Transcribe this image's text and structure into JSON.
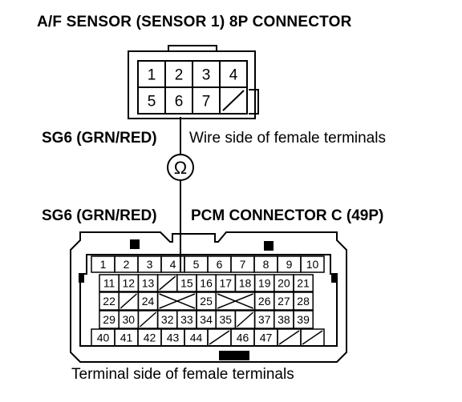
{
  "title": "A/F SENSOR (SENSOR 1) 8P CONNECTOR",
  "sg6_top_label": "SG6 (GRN/RED)",
  "wire_side_label": "Wire side of female terminals",
  "ohm_symbol": "Ω",
  "sg6_pcm_label": "SG6 (GRN/RED)",
  "pcm_title": "PCM CONNECTOR C (49P)",
  "terminal_side_label": "Terminal side of female terminals",
  "af_connector": {
    "row1": [
      "1",
      "2",
      "3",
      "4"
    ],
    "row2": [
      "5",
      "6",
      "7",
      ""
    ]
  },
  "pcm_connector": {
    "row1": [
      "1",
      "2",
      "3",
      "4",
      "5",
      "6",
      "7",
      "8",
      "9",
      "10"
    ],
    "row2": [
      "11",
      "12",
      "13",
      "",
      "15",
      "16",
      "17",
      "18",
      "19",
      "20",
      "21"
    ],
    "row3": [
      "22",
      "",
      "24",
      "",
      "25",
      "",
      "26",
      "27",
      "28"
    ],
    "row4": [
      "29",
      "30",
      "",
      "32",
      "33",
      "34",
      "35",
      "",
      "37",
      "38",
      "39"
    ],
    "row5": [
      "40",
      "41",
      "42",
      "43",
      "44",
      "",
      "46",
      "47",
      "",
      ""
    ]
  }
}
